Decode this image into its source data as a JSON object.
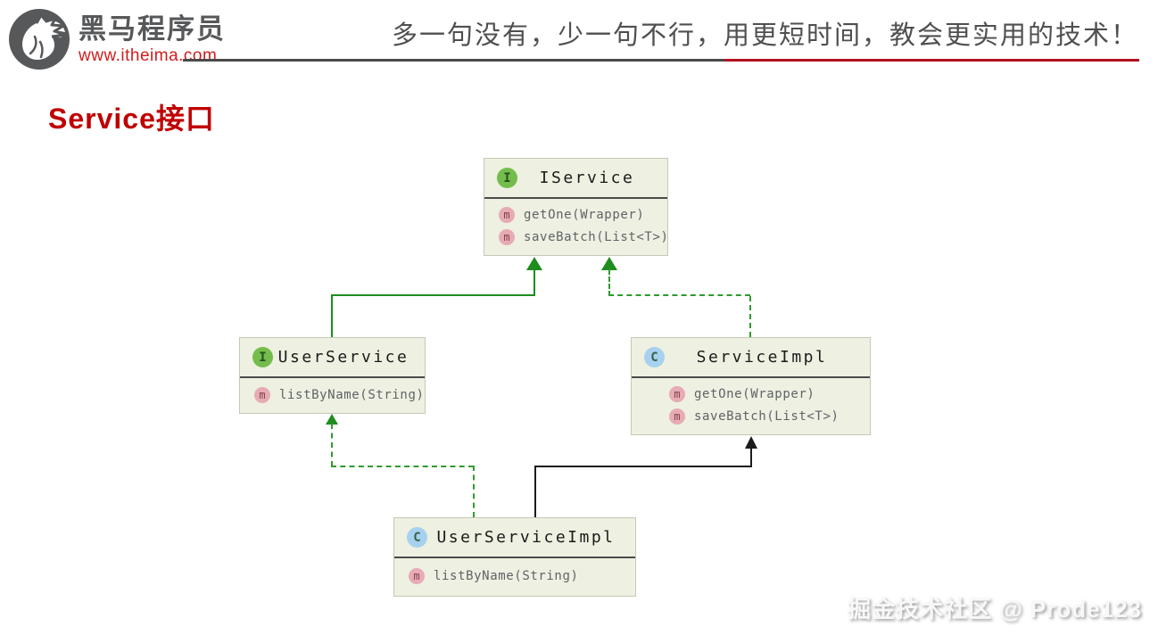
{
  "header": {
    "brand": "黑马程序员",
    "site": "www.itheima.com",
    "slogan": "多一句没有，少一句不行，用更短时间，教会更实用的技术！"
  },
  "page_title": "Service接口",
  "watermark": "掘金技术社区 @ Prode123",
  "colors": {
    "title_red": "#c00000",
    "site_red": "#cf1d1d",
    "rule_dark": "#4a4a4a",
    "rule_red": "#b21120",
    "brand_gray": "#57585a",
    "node_fill": "#eef0e1",
    "node_border": "#c5c9b6",
    "interface_badge_green": "#74bd4c",
    "class_badge_blue": "#a7d1ee",
    "method_badge_pink": "#e6abb5",
    "edge_green": "#1f8c1f",
    "edge_black": "#1c1c1c"
  },
  "diagram": {
    "classes": [
      {
        "name": "IService",
        "kind": "interface",
        "badge": "I",
        "methods": [
          {
            "badge": "m",
            "signature": "getOne(Wrapper)"
          },
          {
            "badge": "m",
            "signature": "saveBatch(List<T>)"
          }
        ]
      },
      {
        "name": "UserService",
        "kind": "interface",
        "badge": "I",
        "methods": [
          {
            "badge": "m",
            "signature": "listByName(String)"
          }
        ]
      },
      {
        "name": "ServiceImpl",
        "kind": "class",
        "badge": "C",
        "methods": [
          {
            "badge": "m",
            "signature": "getOne(Wrapper)"
          },
          {
            "badge": "m",
            "signature": "saveBatch(List<T>)"
          }
        ]
      },
      {
        "name": "UserServiceImpl",
        "kind": "class",
        "badge": "C",
        "methods": [
          {
            "badge": "m",
            "signature": "listByName(String)"
          }
        ]
      }
    ],
    "relations": [
      {
        "from": "UserService",
        "to": "IService",
        "type": "extends",
        "line": "solid-green"
      },
      {
        "from": "ServiceImpl",
        "to": "IService",
        "type": "implements",
        "line": "dashed-green"
      },
      {
        "from": "UserServiceImpl",
        "to": "UserService",
        "type": "implements",
        "line": "dashed-green"
      },
      {
        "from": "UserServiceImpl",
        "to": "ServiceImpl",
        "type": "extends",
        "line": "solid-black"
      }
    ]
  }
}
